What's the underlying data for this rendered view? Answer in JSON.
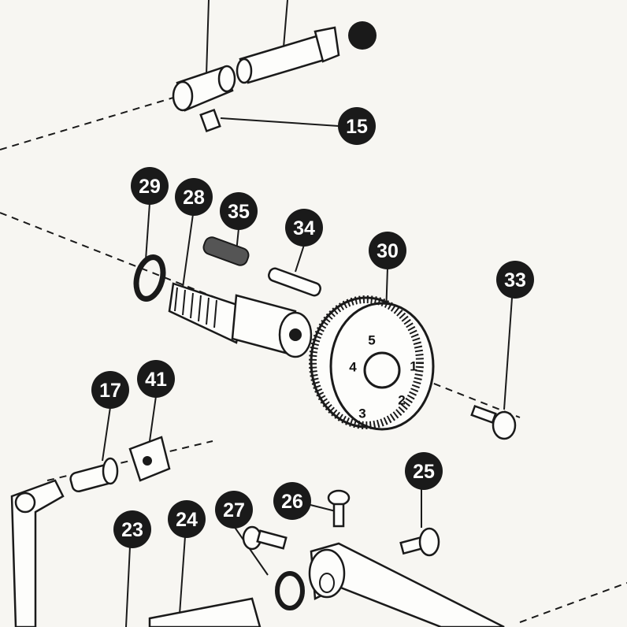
{
  "diagram": {
    "callouts": [
      "15",
      "29",
      "28",
      "35",
      "34",
      "30",
      "33",
      "17",
      "41",
      "25",
      "26",
      "27",
      "23",
      "24"
    ],
    "dial_numbers": [
      "5",
      "4",
      "1",
      "2",
      "3"
    ],
    "colors": {
      "callout_fill": "#1a1a1a",
      "ink": "#1a1a1a",
      "paper": "#f7f6f2"
    }
  }
}
